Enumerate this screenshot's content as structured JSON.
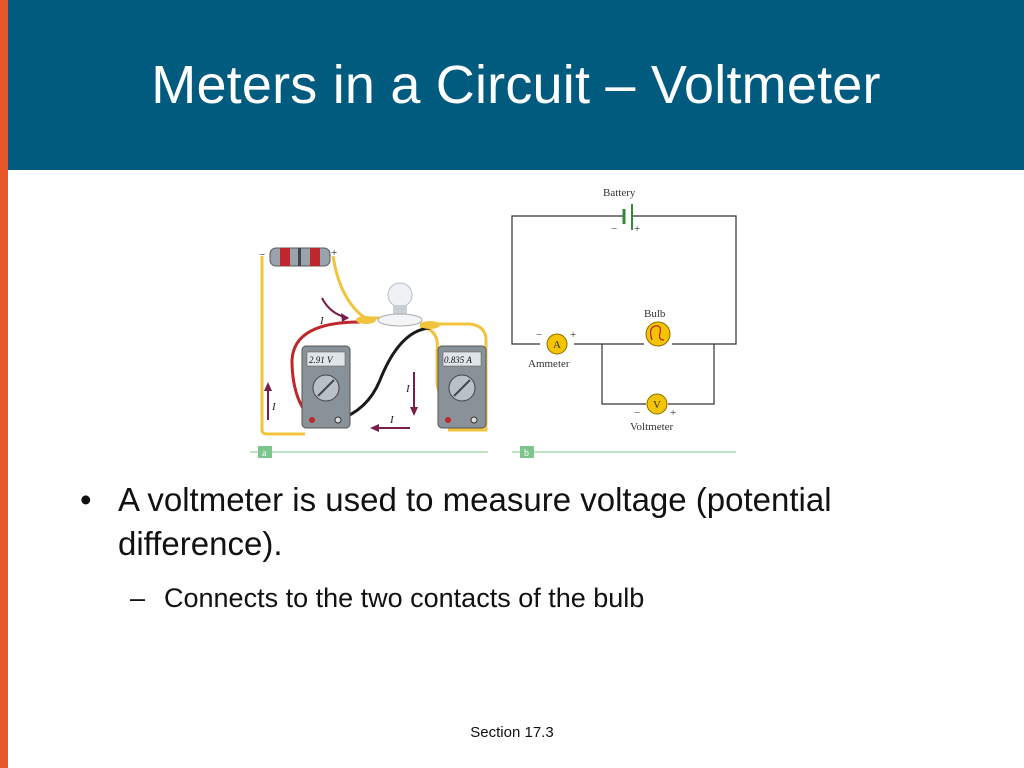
{
  "slide": {
    "title": "Meters in a Circuit – Voltmeter",
    "bullet_1": "A voltmeter is used to measure voltage (potential difference).",
    "sub_bullet_1": "Connects to the two contacts of the bulb",
    "bullet_mark": "•",
    "sub_mark": "–",
    "footer": "Section 17.3"
  },
  "figure_a": {
    "panel_label": "a",
    "meter_left_reading": "2.91 V",
    "meter_right_reading": "0.835 A",
    "current_label": "I",
    "minus": "−",
    "plus": "+"
  },
  "figure_b": {
    "panel_label": "b",
    "battery_label": "Battery",
    "bulb_label": "Bulb",
    "ammeter_label": "Ammeter",
    "ammeter_symbol": "A",
    "voltmeter_label": "Voltmeter",
    "voltmeter_symbol": "V",
    "minus": "−",
    "plus": "+"
  },
  "colors": {
    "title_bar": "#005b7f",
    "accent_bar": "#e8572a",
    "wire_yellow": "#f2c43d",
    "arrow": "#7a1f4a",
    "meter_symbol": "#f5c400",
    "panel_tag": "#7cc68e"
  }
}
